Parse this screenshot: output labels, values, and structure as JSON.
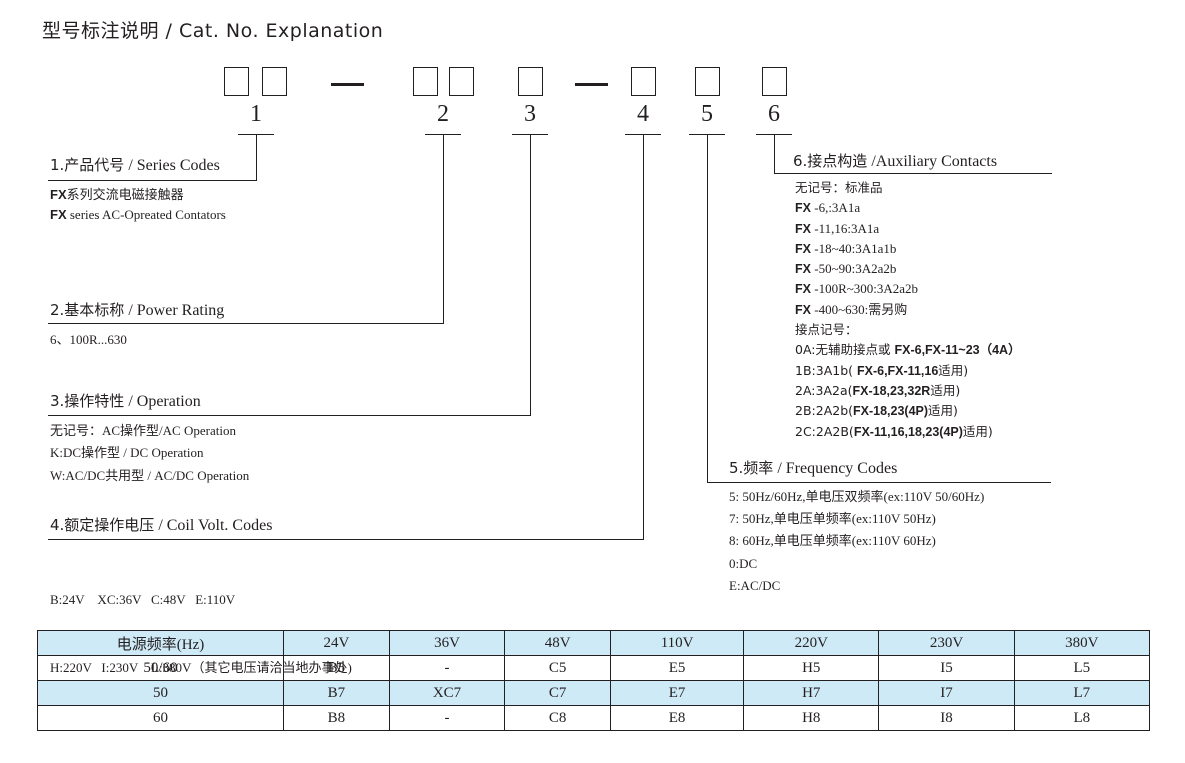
{
  "title": {
    "cn": "型号标注说明",
    "en": " / Cat. No. Explanation"
  },
  "digits": [
    "1",
    "2",
    "3",
    "4",
    "5",
    "6"
  ],
  "sections": {
    "s1": {
      "title_cn": "1.产品代号",
      "title_en": " / Series Codes",
      "lines": [
        {
          "bold": "FX",
          "text": "系列交流电磁接触器"
        },
        {
          "bold": "FX",
          "text": " series AC-Opreated Contators"
        }
      ]
    },
    "s2": {
      "title_cn": "2.基本标称",
      "title_en": " / Power Rating",
      "lines": [
        "6、100R...630"
      ]
    },
    "s3": {
      "title_cn": "3.操作特性",
      "title_en": " / Operation",
      "lines": [
        "无记号：AC操作型/AC Operation",
        "K:DC操作型 / DC Operation",
        "W:AC/DC共用型 / AC/DC Operation"
      ]
    },
    "s4": {
      "title_cn": "4.额定操作电压",
      "title_en": " / Coil Volt. Codes",
      "lines": [
        "B:24V    XC:36V   C:48V   E:110V",
        "H:220V   I:230V    L:380V（其它电压请洽当地办事处)"
      ]
    },
    "s5": {
      "title_cn": "5.频率",
      "title_en": " / Frequency Codes",
      "lines": [
        "5: 50Hz/60Hz,单电压双频率(ex:110V 50/60Hz)",
        "7: 50Hz,单电压单频率(ex:110V 50Hz)",
        "8: 60Hz,单电压单频率(ex:110V 60Hz)",
        "0:DC",
        "E:AC/DC"
      ]
    },
    "s6": {
      "title_cn": "6.接点构造",
      "title_en": " /Auxiliary Contacts",
      "lines": [
        {
          "pre": "无记号：标准品",
          "bold": "",
          "post": ""
        },
        {
          "pre": "",
          "bold": "FX",
          "post": " -6,:3A1a"
        },
        {
          "pre": "",
          "bold": "FX",
          "post": " -11,16:3A1a"
        },
        {
          "pre": "",
          "bold": "FX",
          "post": " -18~40:3A1a1b"
        },
        {
          "pre": "",
          "bold": "FX",
          "post": " -50~90:3A2a2b"
        },
        {
          "pre": "",
          "bold": "FX",
          "post": " -100R~300:3A2a2b"
        },
        {
          "pre": "",
          "bold": "FX",
          "post": " -400~630:需另购"
        },
        {
          "pre": "接点记号：",
          "bold": "",
          "post": ""
        },
        {
          "pre": "0A:无辅助接点或 ",
          "bold": "FX-6,FX-11~23（4A）",
          "post": ""
        },
        {
          "pre": "1B:3A1b( ",
          "bold": "FX-6,FX-11,16",
          "post": "适用)"
        },
        {
          "pre": "2A:3A2a(",
          "bold": "FX-18,23,32R",
          "post": "适用)"
        },
        {
          "pre": "2B:2A2b(",
          "bold": "FX-18,23(4P)",
          "post": "适用)"
        },
        {
          "pre": "2C:2A2B(",
          "bold": "FX-11,16,18,23(4P)",
          "post": "适用)"
        }
      ]
    }
  },
  "table": {
    "header": [
      "电源频率(Hz)",
      "24V",
      "36V",
      "48V",
      "110V",
      "220V",
      "230V",
      "380V"
    ],
    "rows": [
      [
        "50/60",
        "B5",
        "-",
        "C5",
        "E5",
        "H5",
        "I5",
        "L5"
      ],
      [
        "50",
        "B7",
        "XC7",
        "C7",
        "E7",
        "H7",
        "I7",
        "L7"
      ],
      [
        "60",
        "B8",
        "-",
        "C8",
        "E8",
        "H8",
        "I8",
        "L8"
      ]
    ],
    "shade_color": "#cfeaf7"
  }
}
